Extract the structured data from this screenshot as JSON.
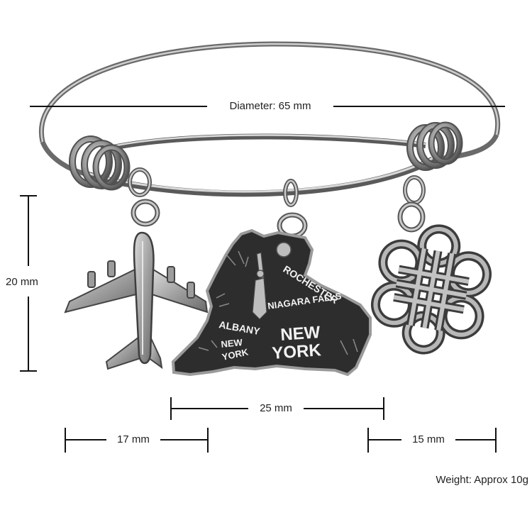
{
  "dimensions": {
    "diameter": "Diameter: 65 mm",
    "height": "20 mm",
    "map_width": "25 mm",
    "plane_width": "17 mm",
    "knot_width": "15 mm"
  },
  "weight": "Weight: Approx 10g",
  "engraving": {
    "rochester": "ROCHESTER",
    "niagara": "NIAGARA FALLS",
    "albany": "ALBANY",
    "new_york_large_1": "NEW",
    "new_york_large_2": "YORK",
    "new_york_small_1": "NEW",
    "new_york_small_2": "YORK"
  },
  "colors": {
    "metal": "#9a9a9a",
    "metal_dark": "#4a4a4a",
    "metal_light": "#d6d6d6",
    "dimension_line": "#111111"
  }
}
